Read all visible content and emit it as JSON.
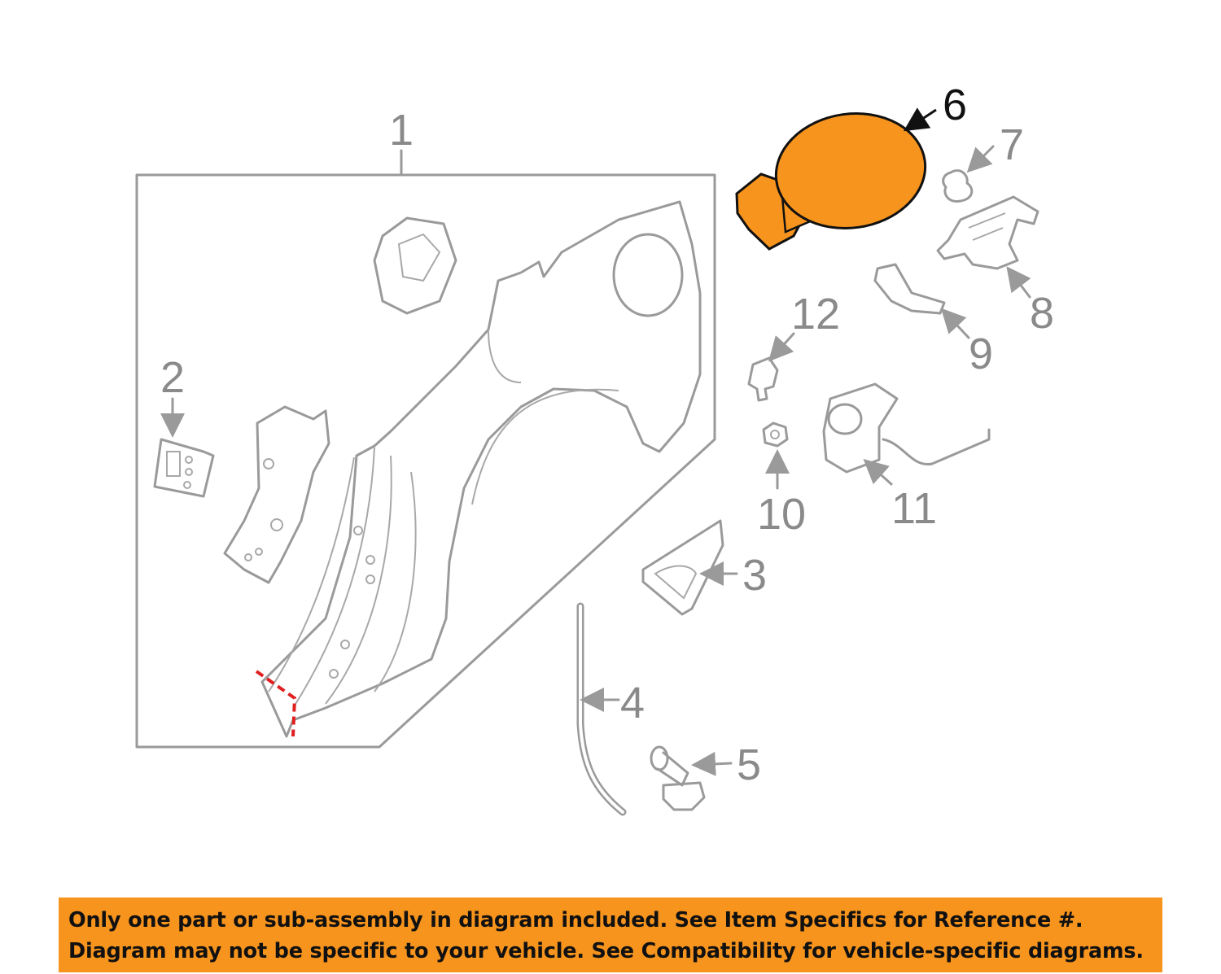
{
  "diagram": {
    "callouts": [
      {
        "id": "1",
        "highlighted": false
      },
      {
        "id": "2",
        "highlighted": false
      },
      {
        "id": "3",
        "highlighted": false
      },
      {
        "id": "4",
        "highlighted": false
      },
      {
        "id": "5",
        "highlighted": false
      },
      {
        "id": "6",
        "highlighted": true
      },
      {
        "id": "7",
        "highlighted": false
      },
      {
        "id": "8",
        "highlighted": false
      },
      {
        "id": "9",
        "highlighted": false
      },
      {
        "id": "10",
        "highlighted": false
      },
      {
        "id": "11",
        "highlighted": false
      },
      {
        "id": "12",
        "highlighted": false
      }
    ],
    "colors": {
      "highlight": "#f7941d",
      "line": "#9a9a9a",
      "cut_line": "#e02020"
    }
  },
  "banner": {
    "line1": "Only one part or sub-assembly in diagram included. See Item Specifics for Reference #.",
    "line2": "Diagram may not be specific to your vehicle. See Compatibility for vehicle-specific diagrams."
  }
}
